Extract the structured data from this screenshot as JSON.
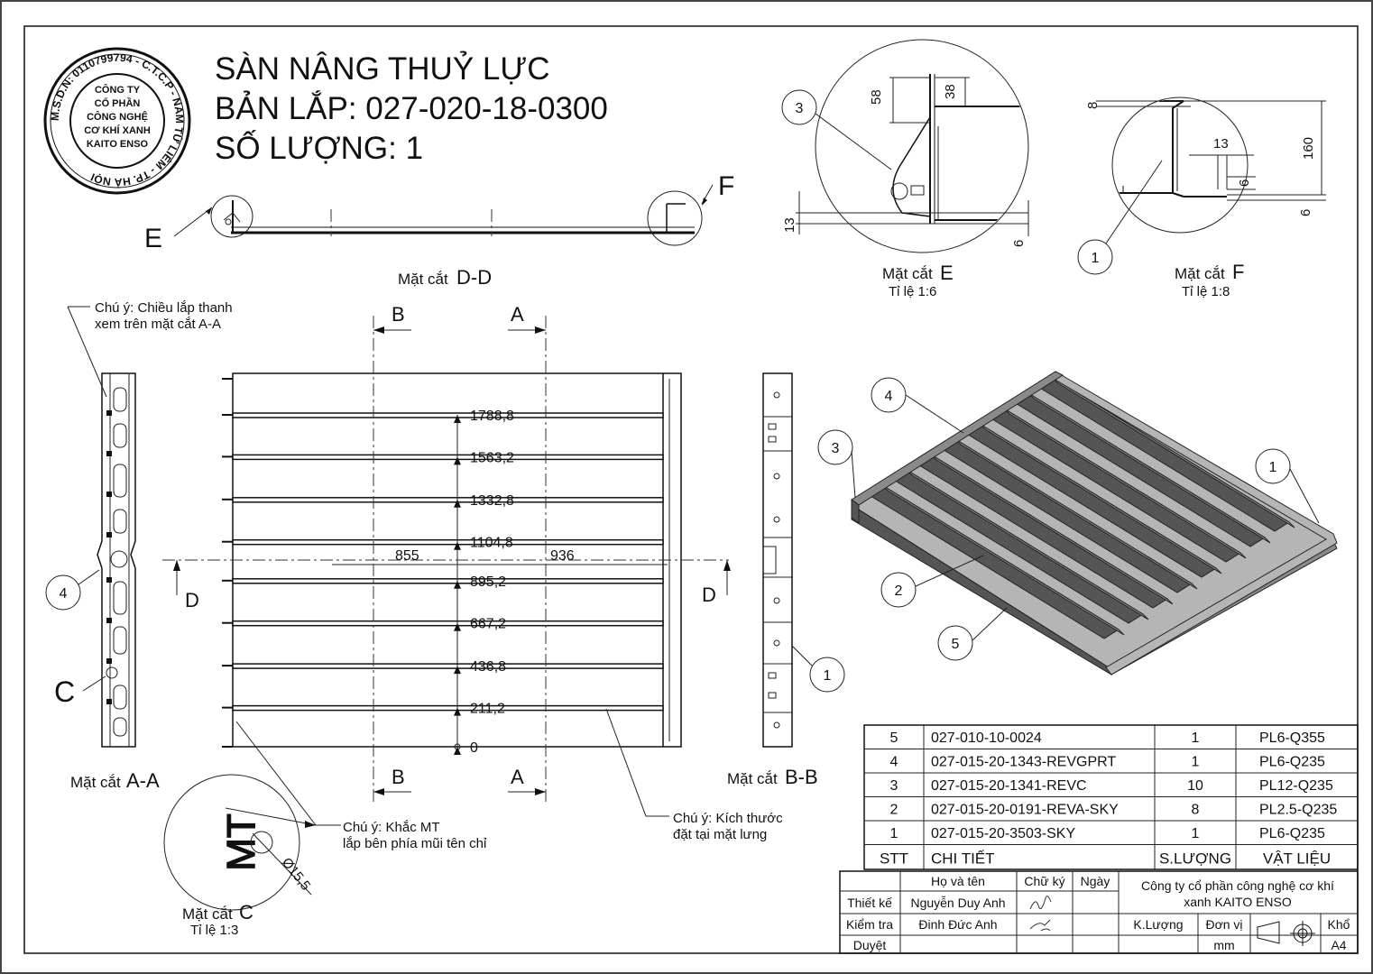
{
  "title": {
    "line1": "SÀN NÂNG THUỶ LỰC",
    "line2": "BẢN LẮP: 027-020-18-0300",
    "line3": "SỐ LƯỢNG: 1"
  },
  "stamp": {
    "company_lines": [
      "CÔNG TY",
      "CỔ PHẦN",
      "CÔNG NGHỆ",
      "CƠ KHÍ XANH",
      "KAITO ENSO"
    ],
    "ring_text": "M.S.D.N: 0110799794 - C.T.C.P - NAM TỪ LIÊM - TP. HÀ NỘI"
  },
  "views": {
    "dd": {
      "label_prefix": "Mặt cắt",
      "label": "D-D",
      "marker_e": "E",
      "marker_f": "F"
    },
    "e": {
      "label_prefix": "Mặt cắt",
      "label": "E",
      "scale": "Tỉ lệ 1:6",
      "dims": [
        "58",
        "38",
        "13",
        "6"
      ],
      "balloon": "3"
    },
    "f": {
      "label_prefix": "Mặt cắt",
      "label": "F",
      "scale": "Tỉ lệ 1:8",
      "dims": [
        "8",
        "13",
        "160",
        "6",
        "6"
      ],
      "balloon": "1"
    },
    "aa": {
      "label_prefix": "Mặt cắt",
      "label": "A-A",
      "balloon": "4",
      "marker_c": "C",
      "note_line1": "Chú ý: Chiều lắp thanh",
      "note_line2": "xem trên mặt cắt A-A"
    },
    "bb": {
      "label_prefix": "Mặt cắt",
      "label": "B-B",
      "balloon": "1"
    },
    "c": {
      "label_prefix": "Mặt cắt",
      "label": "C",
      "scale": "Tỉ lệ 1:3",
      "engrave": "MT",
      "dia": "Ø15,5"
    },
    "plan": {
      "section_b": "B",
      "section_a": "A",
      "section_d": "D",
      "bar_dims": [
        "1788,8",
        "1563,2",
        "1332,8",
        "1104,8",
        "895,2",
        "667,2",
        "436,8",
        "211,2",
        "0"
      ],
      "dim_left": "855",
      "dim_right": "936",
      "note_mt_line1": "Chú ý: Khắc MT",
      "note_mt_line2": "lắp bên phía mũi tên chỉ",
      "note_dim_line1": "Chú ý: Kích thước",
      "note_dim_line2": "đặt tại mặt lưng"
    },
    "iso": {
      "balloons": [
        "4",
        "3",
        "1",
        "2",
        "5"
      ]
    }
  },
  "bom": {
    "headers": [
      "STT",
      "CHI TIẾT",
      "S.LƯỢNG",
      "VẬT LIỆU"
    ],
    "rows": [
      [
        "5",
        "027-010-10-0024",
        "1",
        "PL6-Q355"
      ],
      [
        "4",
        "027-015-20-1343-REVGPRT",
        "1",
        "PL6-Q235"
      ],
      [
        "3",
        "027-015-20-1341-REVC",
        "10",
        "PL12-Q235"
      ],
      [
        "2",
        "027-015-20-0191-REVA-SKY",
        "8",
        "PL2.5-Q235"
      ],
      [
        "1",
        "027-015-20-3503-SKY",
        "1",
        "PL6-Q235"
      ]
    ]
  },
  "title_block": {
    "col_name": "Họ và tên",
    "col_sign": "Chữ ký",
    "col_date": "Ngày",
    "company_line1": "Công ty cổ phần công nghệ cơ khí",
    "company_line2": "xanh KAITO ENSO",
    "rows": [
      {
        "role": "Thiết kế",
        "name": "Nguyễn Duy Anh"
      },
      {
        "role": "Kiểm tra",
        "name": "Đinh Đức Anh"
      },
      {
        "role": "Duyệt",
        "name": ""
      }
    ],
    "weight_label": "K.Lượng",
    "unit_label": "Đơn vị",
    "unit_value": "mm",
    "size_label": "Khổ",
    "size_value": "A4"
  }
}
